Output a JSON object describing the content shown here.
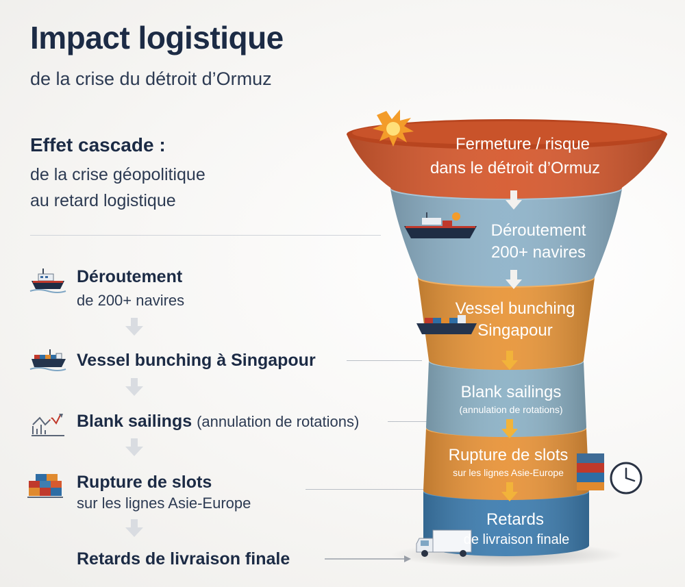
{
  "header": {
    "title": "Impact logistique",
    "subtitle": "de la crise du détroit d’Ormuz"
  },
  "cascade": {
    "heading": "Effet cascade :",
    "desc_line1": "de la crise géopolitique",
    "desc_line2": "au retard logistique"
  },
  "steps": [
    {
      "title": "Déroutement",
      "subtitle": "de 200+ navires",
      "icon": "cargo-ship-icon"
    },
    {
      "title": "Vessel bunching à Singapour",
      "icon": "container-ship-icon"
    },
    {
      "title": "Blank sailings",
      "note": "(annulation de rotations)",
      "icon": "broken-route-chart-icon"
    },
    {
      "title": "Rupture de slots",
      "subtitle": "sur les lignes Asie-Europe",
      "icon": "containers-icon"
    },
    {
      "title": "Retards de livraison finale"
    }
  ],
  "funnel": [
    {
      "line1": "Fermeture / risque",
      "line2": "dans le détroit d’Ormuz",
      "color": "#d65a2f"
    },
    {
      "line1": "Déroutement",
      "line2": "200+ navires",
      "color": "#8fb3c9"
    },
    {
      "line1": "Vessel bunching",
      "line2": "Singapour",
      "color": "#e8963a"
    },
    {
      "line1": "Blank sailings",
      "small": "(annulation de rotations)",
      "color": "#8db2c6"
    },
    {
      "line1": "Rupture de slots",
      "small": "sur les lignes Asie-Europe",
      "color": "#e8943a"
    },
    {
      "line1": "Retards",
      "line2": "de livraison finale",
      "color": "#3f7eb0"
    }
  ],
  "colors": {
    "title": "#1c2b45",
    "arrow_light": "#f3f1ee",
    "arrow_yellow": "#f2b33a",
    "connector": "#b9bec6"
  }
}
